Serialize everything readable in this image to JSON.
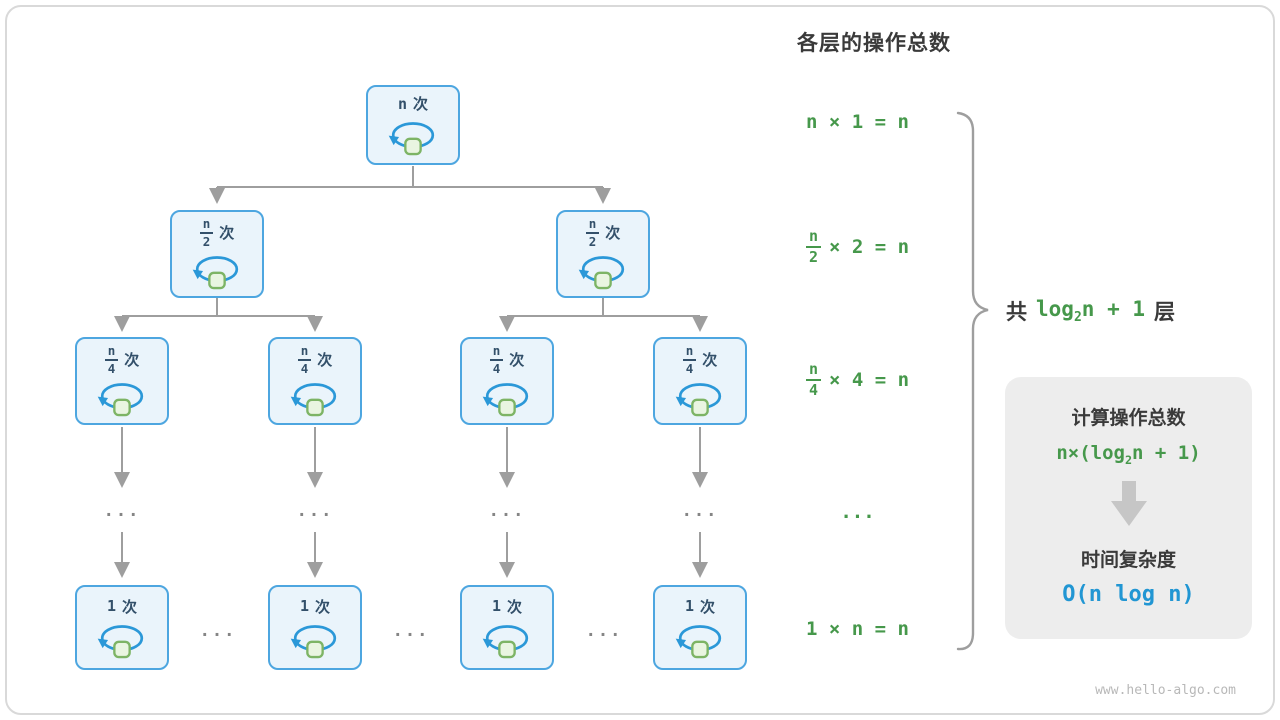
{
  "title": "各层的操作总数",
  "nodes": {
    "level0": {
      "label": "n",
      "suffix": "次"
    },
    "level1": {
      "num": "n",
      "den": "2",
      "suffix": "次"
    },
    "level2": {
      "num": "n",
      "den": "4",
      "suffix": "次"
    },
    "level3": {
      "label": "1",
      "suffix": "次"
    }
  },
  "ellipsis": "...",
  "annotations": {
    "row1": {
      "text": "n × 1 = n"
    },
    "row2": {
      "num": "n",
      "den": "2",
      "rest": "× 2 = n"
    },
    "row3": {
      "num": "n",
      "den": "4",
      "rest": "× 4 = n"
    },
    "row4": {
      "text": "..."
    },
    "row5": {
      "text": "1 × n = n"
    }
  },
  "brace_label": {
    "prefix": "共",
    "formula_pre": "log",
    "formula_sub": "2",
    "formula_post": "n + 1",
    "suffix": "层"
  },
  "summary": {
    "line1_title": "计算操作总数",
    "line1_formula_pre": "n×(log",
    "line1_formula_sub": "2",
    "line1_formula_post": "n + 1)",
    "line2_title": "时间复杂度",
    "line2_formula": "O(n log n)"
  },
  "watermark": "www.hello-algo.com",
  "colors": {
    "node_border": "#4da6e0",
    "node_fill": "#eaf4fb",
    "loop_arrow": "#2b98d8",
    "square_fill": "#e9f5e1",
    "square_border": "#7db465",
    "connector": "#9e9e9e",
    "green_text": "#46984b",
    "blue_text": "#2196d3",
    "dark_text": "#3a3a3a"
  }
}
